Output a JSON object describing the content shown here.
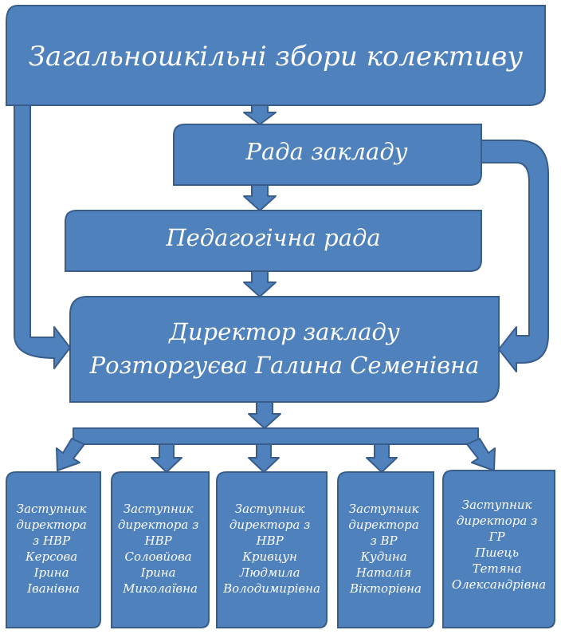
{
  "diagram": {
    "general_meeting": "Загальношкільні збори колективу",
    "school_council": "Рада закладу",
    "pedagogical_council": "Педагогічна рада",
    "director": {
      "line1": "Директор закладу",
      "line2": "Розторгуєва Галина Семенівна"
    },
    "deputies": [
      {
        "lines": [
          "Заступник",
          "директора",
          "з НВР",
          "Керсова",
          "Ірина",
          "Іванівна"
        ]
      },
      {
        "lines": [
          "Заступник",
          "директора з",
          "НВР",
          "Соловйова",
          "Ірина",
          "Миколаївна"
        ]
      },
      {
        "lines": [
          "Заступник",
          "директора з",
          "НВР",
          "Кривцун",
          "Людмила",
          "Володимирівна"
        ]
      },
      {
        "lines": [
          "Заступник",
          "директора",
          "з ВР",
          "Кудина",
          "Наталія",
          "Вікторівна"
        ]
      },
      {
        "lines": [
          "Заступник",
          "директора з",
          "ГР",
          "Пшець",
          "Тетяна",
          "Олександрівна"
        ]
      }
    ],
    "colors": {
      "fill": "#4f81bd",
      "stroke": "#385d8a",
      "text": "#ffffff"
    }
  }
}
